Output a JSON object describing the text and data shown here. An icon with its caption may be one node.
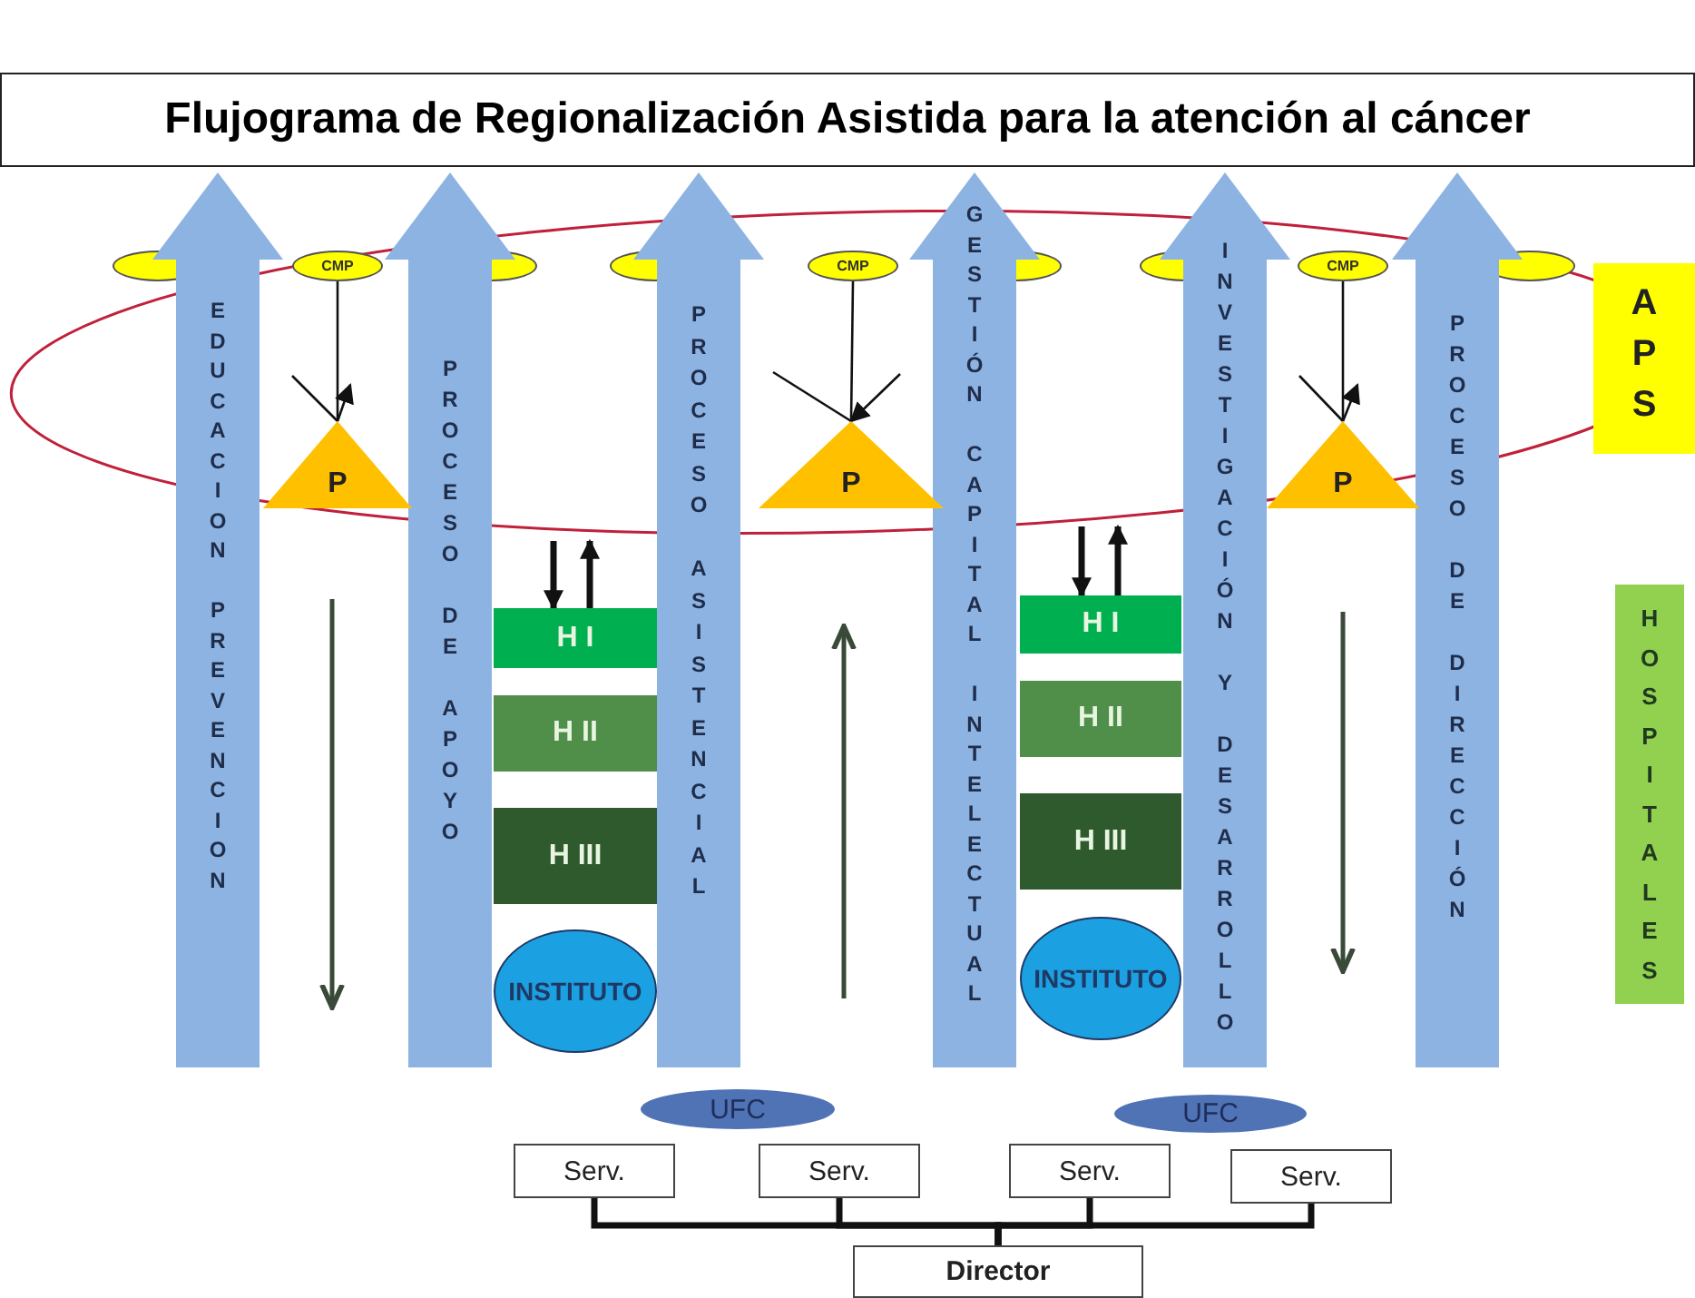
{
  "diagram": {
    "title": "Flujograma de Regionalización Asistida para la atención al cáncer",
    "nodes": [
      {
        "text": [
          "EDUCACION PREVENCION"
        ]
      },
      {
        "text": [
          "PROCESO DE APOYO"
        ]
      },
      {
        "text": [
          "PROCESO ASISTENCIAL"
        ]
      },
      {
        "text": [
          "GESTIÓN CAPITAL INTELECTUAL"
        ]
      },
      {
        "text": [
          "INVESTIGACIÓN Y DESARROLLO"
        ]
      },
      {
        "text": [
          "PROCESO DE DIRECCIÓN"
        ]
      },
      {
        "text": [],
        "shape": "ellipse"
      },
      {
        "text": [
          "CMP"
        ]
      },
      {
        "text": [],
        "shape": "ellipse"
      },
      {
        "text": [],
        "shape": "ellipse"
      },
      {
        "text": [
          "CMP"
        ]
      },
      {
        "text": [],
        "shape": "ellipse"
      },
      {
        "text": [],
        "shape": "ellipse"
      },
      {
        "text": [
          "CMP"
        ]
      },
      {
        "text": [],
        "shape": "ellipse"
      },
      {
        "text": [
          "P"
        ]
      },
      {
        "text": [
          "P"
        ]
      },
      {
        "text": [
          "P"
        ]
      },
      {
        "text": [
          "APS"
        ]
      },
      {
        "text": [
          "H I"
        ]
      },
      {
        "text": [
          "H II"
        ]
      },
      {
        "text": [
          "H III"
        ]
      },
      {
        "text": [
          "INSTITUTO"
        ]
      },
      {
        "text": [
          "H I"
        ]
      },
      {
        "text": [
          "H II"
        ]
      },
      {
        "text": [
          "H III"
        ]
      },
      {
        "text": [
          "INSTITUTO"
        ]
      },
      {
        "text": [
          "HOSPITALES"
        ]
      },
      {
        "text": [
          "UFC"
        ]
      },
      {
        "text": [
          "UFC"
        ]
      },
      {
        "text": [
          "Serv."
        ]
      },
      {
        "text": [
          "Serv."
        ]
      },
      {
        "text": [
          "Serv."
        ]
      },
      {
        "text": [
          "Serv."
        ]
      },
      {
        "text": [
          "Director"
        ]
      }
    ],
    "edges": [
      {
        "from": 7,
        "to": 15,
        "arrow": "none"
      },
      {
        "from": 15,
        "to": null,
        "arrow": "none"
      },
      {
        "from": 15,
        "to": null,
        "arrow": "to"
      },
      {
        "from": 10,
        "to": 16,
        "arrow": "none"
      },
      {
        "from": 16,
        "to": null,
        "arrow": "none"
      },
      {
        "from": null,
        "to": 16,
        "arrow": "to"
      },
      {
        "from": 13,
        "to": 17,
        "arrow": "none"
      },
      {
        "from": 17,
        "to": null,
        "arrow": "none"
      },
      {
        "from": 17,
        "to": null,
        "arrow": "to"
      },
      {
        "from": null,
        "to": 19,
        "arrow": "to",
        "style": "thick"
      },
      {
        "from": 19,
        "to": null,
        "arrow": "to",
        "style": "thick"
      },
      {
        "from": null,
        "to": 23,
        "arrow": "to",
        "style": "thick"
      },
      {
        "from": 23,
        "to": null,
        "arrow": "to",
        "style": "thick"
      },
      {
        "from": 34,
        "to": 30,
        "arrow": "none",
        "style": "thick"
      },
      {
        "from": 34,
        "to": 31,
        "arrow": "none",
        "style": "thick"
      },
      {
        "from": 34,
        "to": 32,
        "arrow": "none",
        "style": "thick"
      },
      {
        "from": 34,
        "to": 33,
        "arrow": "none",
        "style": "thick"
      }
    ]
  }
}
